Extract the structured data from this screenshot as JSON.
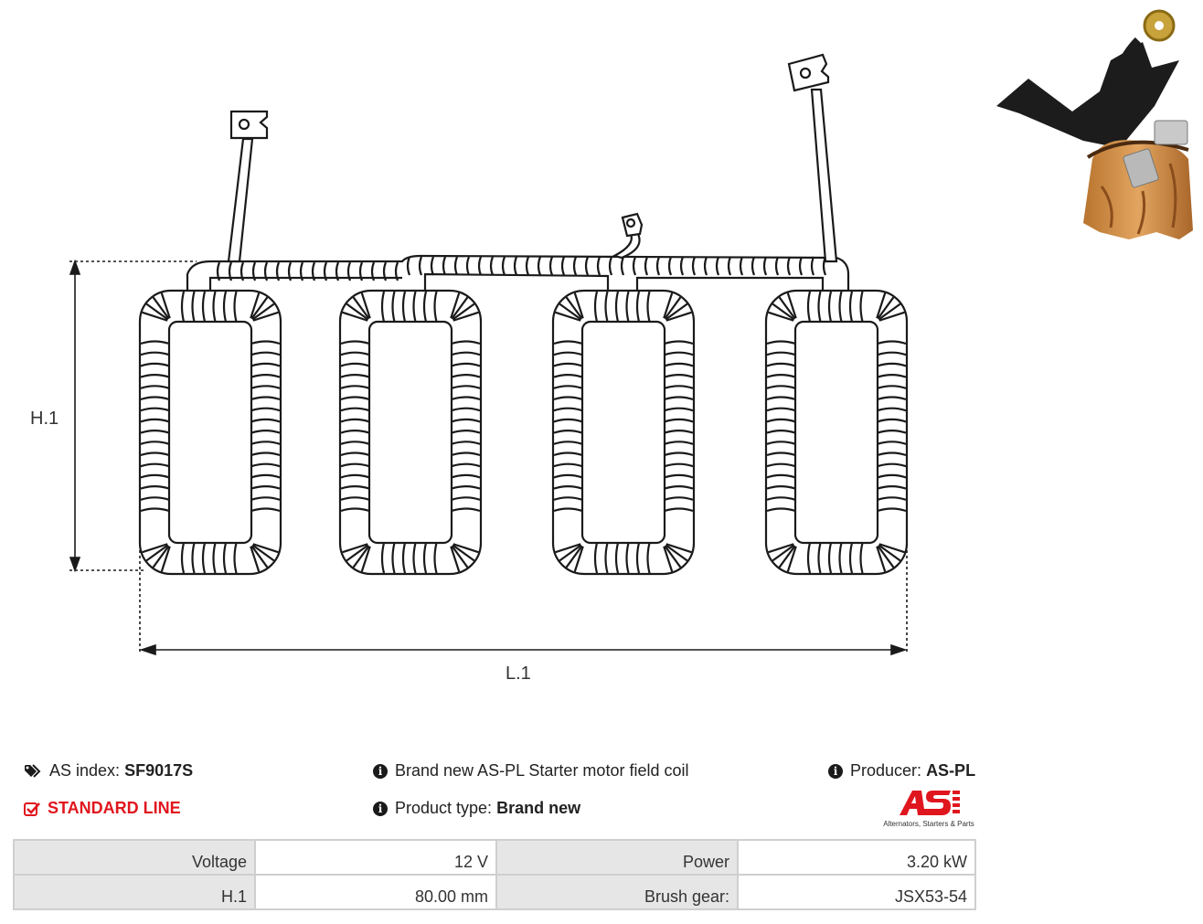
{
  "dimensions": {
    "height_label": "H.1",
    "length_label": "L.1"
  },
  "product": {
    "as_index_label": "AS index:",
    "as_index_value": "SF9017S",
    "line": "STANDARD LINE",
    "description": "Brand new AS-PL Starter motor field coil",
    "product_type_label": "Product type:",
    "product_type_value": "Brand new",
    "producer_label": "Producer:",
    "producer_value": "AS-PL"
  },
  "logo": {
    "mark": "AS",
    "tagline": "Alternators, Starters & Parts",
    "color": "#e0161e"
  },
  "specs": {
    "row1": {
      "k1": "Voltage",
      "v1": "12 V",
      "k2": "Power",
      "v2": "3.20 kW"
    },
    "row2": {
      "k1": "H.1",
      "v1": "80.00 mm",
      "k2": "Brush gear:",
      "v2": "JSX53-54"
    }
  },
  "icons": {
    "tag": "tags-icon",
    "check": "check-square-icon",
    "info": "info-circle-icon"
  },
  "colors": {
    "accent_red": "#e0161e",
    "table_key_bg": "#e6e6e6",
    "table_border": "#cfcfcf"
  }
}
